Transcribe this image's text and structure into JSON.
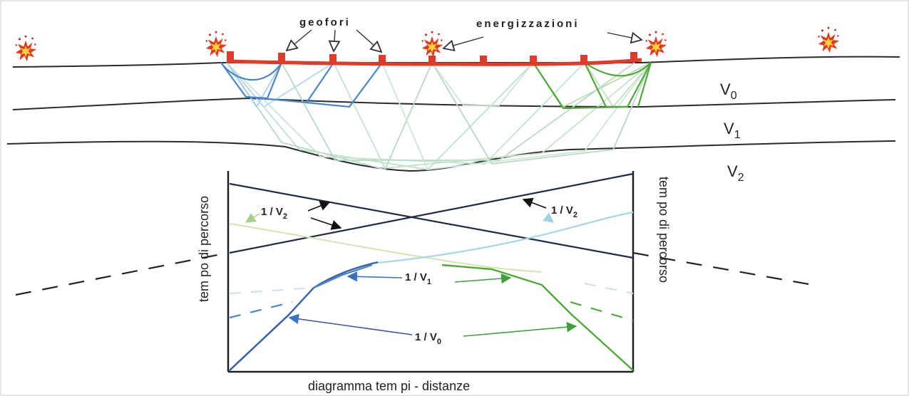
{
  "labels": {
    "geophones": "geofori",
    "shots": "energizzazioni",
    "v0": "V",
    "v0_sub": "0",
    "v1": "V",
    "v1_sub": "1",
    "v2": "V",
    "v2_sub": "2",
    "y_axis_left": "tem po di percorso",
    "y_axis_right": "tem po di percorso",
    "x_axis": "diagramma tem pi - distanze",
    "slope_v2_left": "1 / V",
    "slope_v2_left_sub": "2",
    "slope_v2_right": "1 / V",
    "slope_v2_right_sub": "2",
    "slope_v1": "1 / V",
    "slope_v1_sub": "1",
    "slope_v0": "1 / V",
    "slope_v0_sub": "0"
  },
  "colors": {
    "line_array": "#e03a2a",
    "ray_left": "#4a86c8",
    "ray_right": "#4fa83a",
    "ray_light": "#b9d9c6",
    "ray_light_blue": "#a9cde6",
    "boundary": "#2b2b2b",
    "curve_dark": "#222b45",
    "frame": "#222222"
  },
  "icons": [
    "explosion-icon",
    "geophone-icon",
    "arrow-icon"
  ]
}
